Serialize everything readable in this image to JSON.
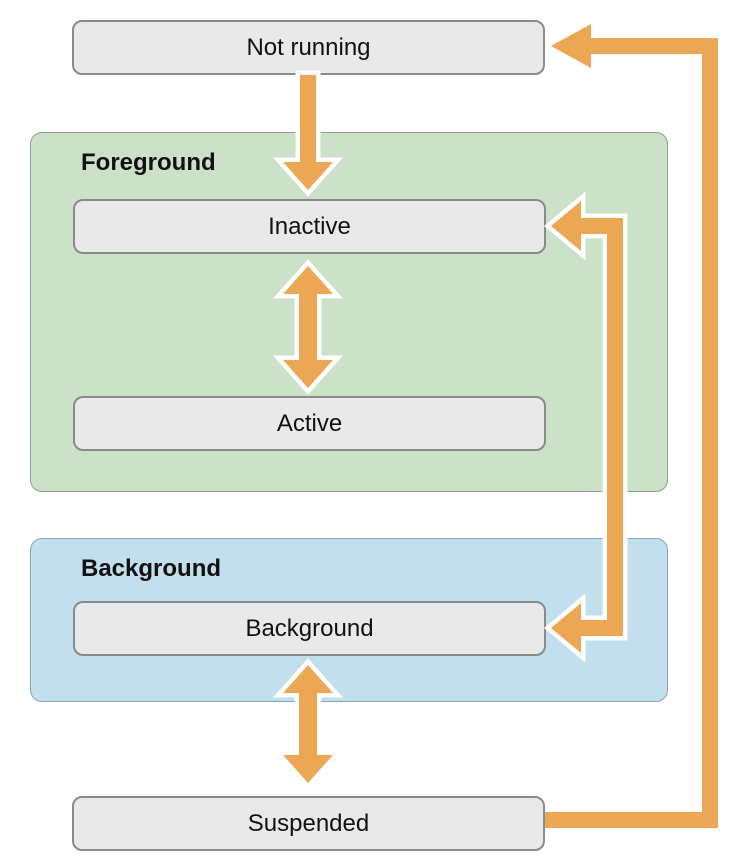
{
  "colors": {
    "arrow": "#EBA754",
    "arrow_outline": "#FFFFFF",
    "state_fill": "#E9E9E9",
    "state_border": "#8A8A8A",
    "foreground_fill": "#CBE2C9",
    "foreground_border": "#909D90",
    "background_fill": "#C1DFEC",
    "background_border": "#8BA4B3",
    "text": "#111111"
  },
  "groups": {
    "foreground": {
      "label": "Foreground"
    },
    "background": {
      "label": "Background"
    }
  },
  "states": {
    "not_running": {
      "label": "Not running"
    },
    "inactive": {
      "label": "Inactive"
    },
    "active": {
      "label": "Active"
    },
    "background": {
      "label": "Background"
    },
    "suspended": {
      "label": "Suspended"
    }
  },
  "transitions": [
    {
      "from": "Not running",
      "to": "Inactive",
      "direction": "one-way",
      "route": "straight-down",
      "outlined": true
    },
    {
      "from": "Inactive",
      "to": "Active",
      "direction": "two-way",
      "route": "straight-vertical",
      "outlined": true
    },
    {
      "from": "Inactive",
      "to": "Background",
      "direction": "two-way",
      "route": "right-side-elbow",
      "outlined": true
    },
    {
      "from": "Background",
      "to": "Suspended",
      "direction": "two-way",
      "route": "straight-vertical",
      "outlined": true
    },
    {
      "from": "Suspended",
      "to": "Not running",
      "direction": "one-way",
      "route": "outer-right-elbow",
      "outlined": false
    }
  ]
}
